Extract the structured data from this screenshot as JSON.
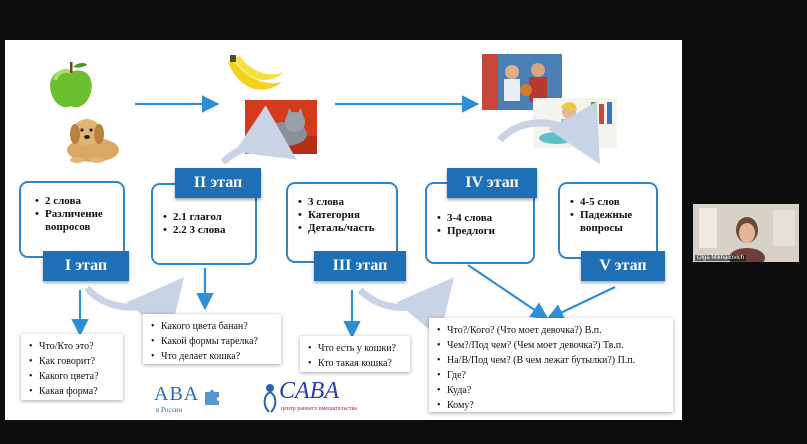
{
  "stages": [
    {
      "badge": "I этап",
      "items": [
        "2 слова",
        "Различение вопросов"
      ]
    },
    {
      "badge": "II этап",
      "items": [
        "2.1    глагол",
        "2.2    3 слова"
      ]
    },
    {
      "badge": "III этап",
      "items": [
        "3 слова",
        "Категория",
        "Деталь/часть"
      ]
    },
    {
      "badge": "IV этап",
      "items": [
        "3-4 слова",
        "Предлоги"
      ]
    },
    {
      "badge": "V этап",
      "items": [
        "4-5 слов",
        "Падежные вопросы"
      ]
    }
  ],
  "questions": [
    {
      "items": [
        "Что/Кто это?",
        "Как говорит?",
        "Какого цвета?",
        "Какая форма?"
      ]
    },
    {
      "items": [
        "Какого цвета банан?",
        "Какой формы тарелка?",
        "Что делает кошка?"
      ]
    },
    {
      "items": [
        "Что есть у кошки?",
        "Кто такая кошка?"
      ]
    },
    {
      "items": [
        "Что?/Кого? (Что моет девочка?) В.п.",
        "Чем?/Под чем? (Чем моет девочка?) Тв.п.",
        "На/В/Под чем? (В чем лежат бутылки?) П.п.",
        "Где?",
        "Куда?",
        "Кому?"
      ]
    }
  ],
  "logos": {
    "aba": "ABA",
    "aba_sub": "в России",
    "saba": "CABA",
    "saba_sub": "центр раннего вмешательства"
  },
  "video": {
    "participant_name": "Olga Mikhailovich"
  },
  "colors": {
    "stage_border": "#2e86c8",
    "badge_bg": "#1f6fb6",
    "arrow": "#2f8fd6",
    "curve": "#c9d3e6"
  }
}
